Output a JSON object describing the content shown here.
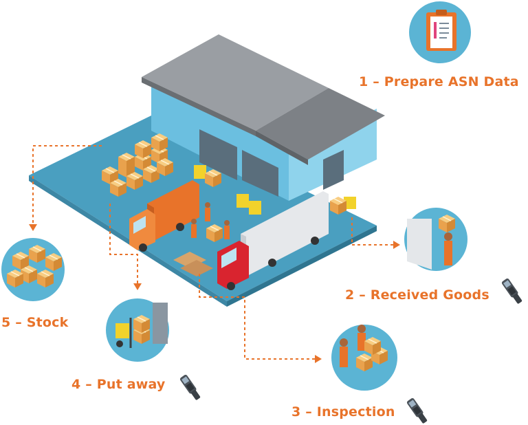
{
  "colors": {
    "accent": "#e8732a",
    "circle": "#5bb4d4",
    "ground": "#4a9fc0",
    "wall": "#7cc6e3",
    "roof": "#8c8f94",
    "box": "#f2b45c",
    "truck_red": "#d9242f",
    "truck_orange": "#e8732a",
    "container": "#dfe2e6",
    "scanner": "#444b52"
  },
  "steps": [
    {
      "label": "1 – Prepare ASN Data",
      "icon": "clipboard-icon"
    },
    {
      "label": "2 – Received Goods",
      "icon": "worker-carrying-box-icon"
    },
    {
      "label": "3 – Inspection",
      "icon": "workers-inspecting-boxes-icon"
    },
    {
      "label": "4 – Put away",
      "icon": "forklift-icon"
    },
    {
      "label": "5 – Stock",
      "icon": "stacked-boxes-icon"
    }
  ],
  "scanner_icon": "barcode-scanner-icon"
}
